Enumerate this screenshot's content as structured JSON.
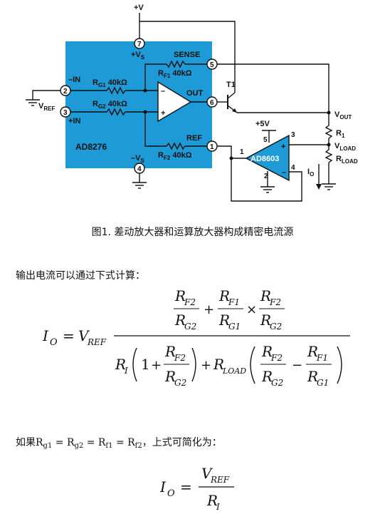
{
  "circuit": {
    "chip_name": "AD8276",
    "opamp_name": "AD8603",
    "supply_top": "+V",
    "vs_pos": "+V",
    "vs_pos_sub": "S",
    "vs_neg": "–V",
    "vs_neg_sub": "S",
    "sense": "SENSE",
    "out": "OUT",
    "ref": "REF",
    "in_neg": "–IN",
    "in_pos": "+IN",
    "rg1_main": "R",
    "rg1_sub": "G1",
    "rg1_val": "40kΩ",
    "rg2_main": "R",
    "rg2_sub": "G2",
    "rg2_val": "40kΩ",
    "rf1_main": "R",
    "rf1_sub": "F1",
    "rf1_val": "40kΩ",
    "rf2_main": "R",
    "rf2_sub": "F2",
    "rf2_val": "40kΩ",
    "vref_main": "V",
    "vref_sub": "REF",
    "t1": "T1",
    "vout_main": "V",
    "vout_sub": "OUT",
    "r1_main": "R",
    "r1_sub": "1",
    "vload_main": "V",
    "vload_sub": "LOAD",
    "rload_main": "R",
    "rload_sub": "LOAD",
    "io_main": "I",
    "io_sub": "O",
    "plus5v": "+5V",
    "pins": {
      "p1": "1",
      "p2": "2",
      "p3": "3",
      "p4": "4",
      "p5": "5",
      "p6": "6",
      "p7": "7"
    },
    "opamp_pins": {
      "a1": "1",
      "a2": "2",
      "a3": "3",
      "a4": "4",
      "a5": "5"
    },
    "minus": "–",
    "plus": "+",
    "colors": {
      "chip_fill": "#1e9ad6",
      "opamp_fill": "#1e9ad6",
      "triangle_fill": "#ffffff"
    }
  },
  "caption": "图1. 差动放大器和运算放大器构成精密电流源",
  "text1": "输出电流可以通过下式计算：",
  "text2_parts": {
    "a": "如果R",
    "a_sub": "g1",
    "b": " = R",
    "b_sub": "g2",
    "c": " = R",
    "c_sub": "f1",
    "d": " = R",
    "d_sub": "f2",
    "e": "，上式可简化为："
  },
  "eq": {
    "I": "I",
    "O": "O",
    "eqs": "=",
    "V": "V",
    "REF": "REF",
    "R": "R",
    "F2": "F2",
    "G2": "G2",
    "F1": "F1",
    "G1": "G1",
    "plus": "+",
    "times": "×",
    "minus": "−",
    "one": "1",
    "sub_I": "I",
    "LOAD": "LOAD"
  }
}
